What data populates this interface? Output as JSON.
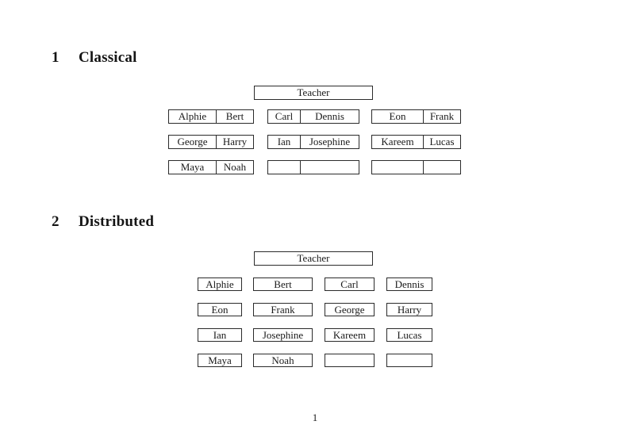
{
  "page": {
    "number": "1"
  },
  "classical": {
    "number": "1",
    "title": "Classical",
    "teacher_label": "Teacher",
    "rows": [
      {
        "boxes": [
          {
            "left": "Alphie",
            "right": "Bert"
          },
          {
            "left": "Carl",
            "right": "Dennis"
          },
          {
            "left": "Eon",
            "right": "Frank"
          }
        ]
      },
      {
        "boxes": [
          {
            "left": "George",
            "right": "Harry"
          },
          {
            "left": "Ian",
            "right": "Josephine"
          },
          {
            "left": "Kareem",
            "right": "Lucas"
          }
        ]
      },
      {
        "boxes": [
          {
            "left": "Maya",
            "right": "Noah"
          },
          {
            "left": "",
            "right": ""
          },
          {
            "left": "",
            "right": ""
          }
        ]
      }
    ]
  },
  "distributed": {
    "number": "2",
    "title": "Distributed",
    "teacher_label": "Teacher",
    "rows": [
      [
        "Alphie",
        "Bert",
        "Carl",
        "Dennis"
      ],
      [
        "Eon",
        "Frank",
        "George",
        "Harry"
      ],
      [
        "Ian",
        "Josephine",
        "Kareem",
        "Lucas"
      ],
      [
        "Maya",
        "Noah",
        "",
        ""
      ]
    ]
  }
}
